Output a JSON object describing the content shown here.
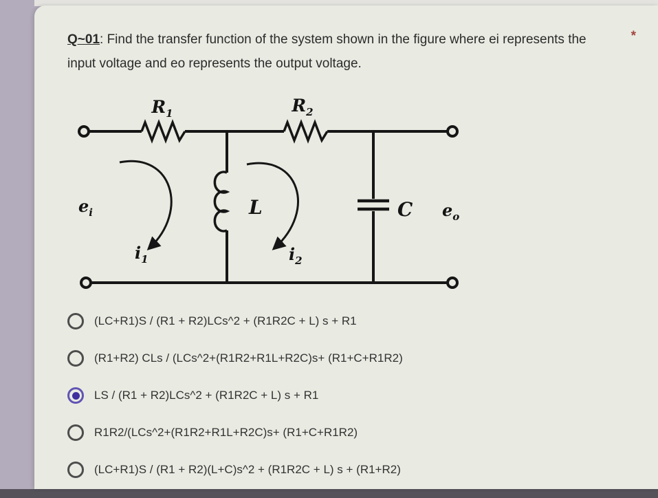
{
  "question": {
    "number": "Q~01",
    "separator": ": ",
    "text": "Find the transfer function of the system shown in the figure where ei represents the input voltage and eo represents the output voltage.",
    "required_marker": "*"
  },
  "circuit": {
    "labels": {
      "r1": {
        "base": "R",
        "sub": "1"
      },
      "r2": {
        "base": "R",
        "sub": "2"
      },
      "inductor": {
        "base": "L",
        "sub": ""
      },
      "capacitor": {
        "base": "C",
        "sub": ""
      },
      "input_voltage": {
        "base": "e",
        "sub": "i"
      },
      "output_voltage": {
        "base": "e",
        "sub": "o"
      },
      "loop_current_1": {
        "base": "i",
        "sub": "1"
      },
      "loop_current_2": {
        "base": "i",
        "sub": "2"
      }
    }
  },
  "options": [
    {
      "label": "(LC+R1)S / (R1 + R2)LCs^2 + (R1R2C + L) s + R1",
      "selected": false
    },
    {
      "label": "(R1+R2) CLs / (LCs^2+(R1R2+R1L+R2C)s+ (R1+C+R1R2)",
      "selected": false
    },
    {
      "label": "LS / (R1 + R2)LCs^2 + (R1R2C + L) s + R1",
      "selected": true
    },
    {
      "label": "R1R2/(LCs^2+(R1R2+R1L+R2C)s+ (R1+C+R1R2)",
      "selected": false
    },
    {
      "label": "(LC+R1)S / (R1 + R2)(L+C)s^2 + (R1R2C + L) s + (R1+R2)",
      "selected": false
    }
  ],
  "colors": {
    "page_background": "#b3acbc",
    "card_background": "#e9ebe2",
    "text": "#2b2b2b",
    "required_marker": "#a3433e",
    "radio_selected_ring": "#6154b4",
    "radio_selected_dot": "#3f2fa0",
    "radio_unselected_border": "#4d4d4d",
    "circuit_ink": "#161616",
    "bottom_edge": "#56525a"
  }
}
